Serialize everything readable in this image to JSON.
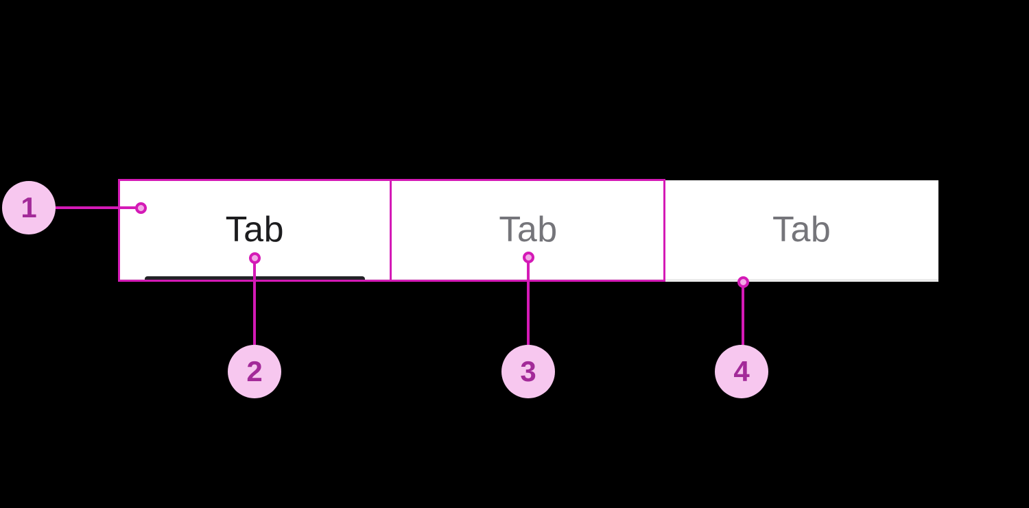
{
  "colors": {
    "background": "#000000",
    "tab_bar_background": "#ffffff",
    "tab_bar_bottom_edge": "#eaeaea",
    "active_tab_text": "#1c1c1e",
    "inactive_tab_text": "#75757a",
    "active_tab_indicator": "#232327",
    "annotation_accent": "#d41ab6",
    "callout_circle_fill": "#f7c7ef",
    "callout_number_text": "#a32a99",
    "anchor_dot_fill": "#f2a9e6"
  },
  "tab_bar": {
    "tabs": [
      {
        "label": "Tab",
        "state": "active"
      },
      {
        "label": "Tab",
        "state": "inactive"
      },
      {
        "label": "Tab",
        "state": "inactive"
      }
    ]
  },
  "callouts": [
    {
      "number": "1"
    },
    {
      "number": "2"
    },
    {
      "number": "3"
    },
    {
      "number": "4"
    }
  ]
}
